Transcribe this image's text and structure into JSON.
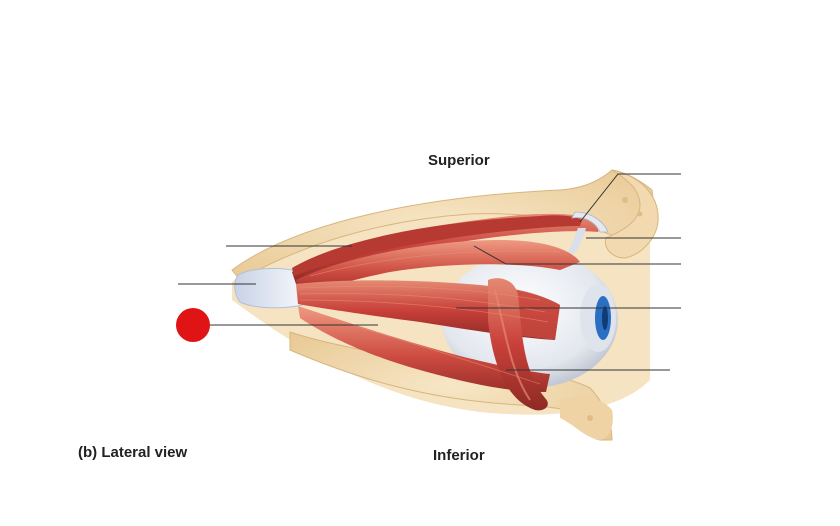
{
  "diagram": {
    "labels": {
      "superior": "Superior",
      "inferior": "Inferior",
      "view": "(b) Lateral view"
    },
    "colors": {
      "muscle": "#c8403a",
      "muscle_light": "#e07560",
      "muscle_dark": "#8e2a24",
      "bone": "#f2d9b0",
      "bone_edge": "#d8b57f",
      "fat": "#f6e3c1",
      "sclera": "#e6e9ee",
      "iris": "#2a6fc2",
      "tendon": "#dfe6f2",
      "leader_line": "#333333",
      "marker": "#e01414"
    },
    "icons": {
      "marker": "red-dot-marker-icon"
    }
  }
}
